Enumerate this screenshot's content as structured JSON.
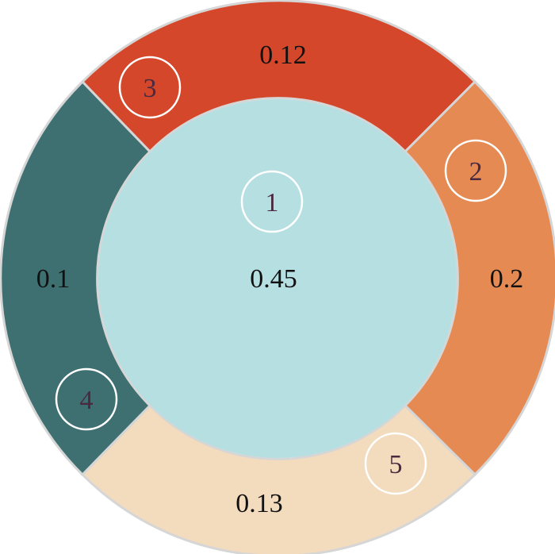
{
  "center": {
    "number": "1",
    "value": "0.45",
    "color": "#b6dfe2"
  },
  "segments": [
    {
      "id": "top",
      "number": "3",
      "value": "0.12",
      "color": "#d4472b"
    },
    {
      "id": "right",
      "number": "2",
      "value": "0.2",
      "color": "#e58a52"
    },
    {
      "id": "bottom",
      "number": "5",
      "value": "0.13",
      "color": "#f2dcbd"
    },
    {
      "id": "left",
      "number": "4",
      "value": "0.1",
      "color": "#3e7072"
    }
  ]
}
